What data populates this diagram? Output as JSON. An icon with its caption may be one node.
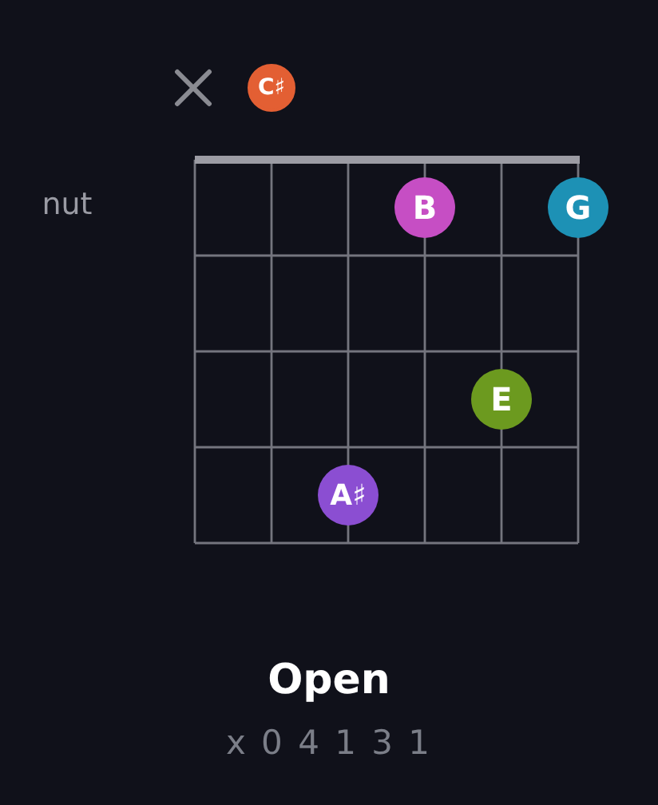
{
  "diagram": {
    "title": "Open",
    "nodes": [
      {
        "text": [
          "C♯"
        ]
      },
      {
        "text": [
          "B"
        ]
      },
      {
        "text": [
          "G"
        ]
      },
      {
        "text": [
          "E"
        ]
      },
      {
        "text": [
          "A♯"
        ]
      }
    ],
    "labels": [
      "nut",
      "x 0 4 1 3 1"
    ]
  }
}
